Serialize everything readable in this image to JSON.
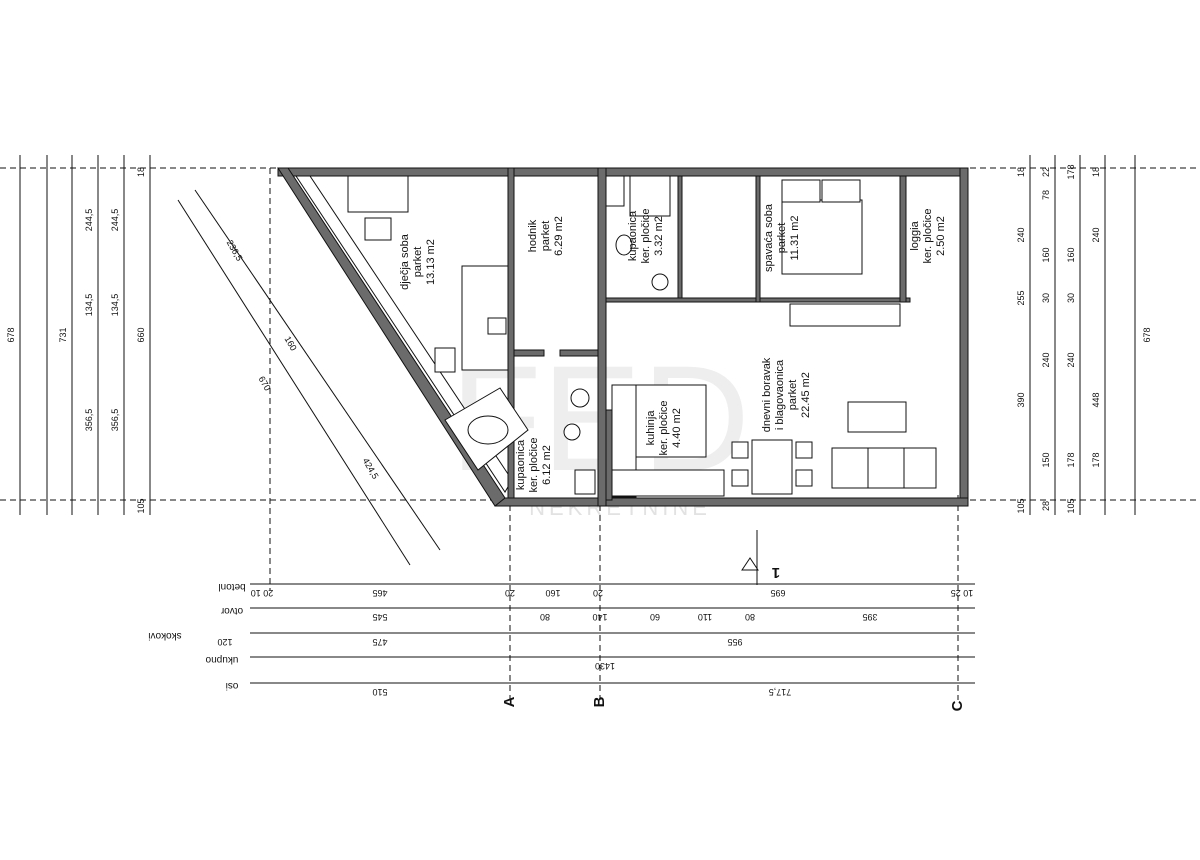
{
  "rooms": {
    "djecja": {
      "name": "dječja soba",
      "floor": "parket",
      "area": "13.13 m2"
    },
    "hodnik": {
      "name": "hodnik",
      "floor": "parket",
      "area": "6.29 m2"
    },
    "kupaonica_small": {
      "name": "kupaonica",
      "floor": "ker. pločice",
      "area": "3.32 m2"
    },
    "spavaca": {
      "name": "spavaća soba",
      "floor": "parket",
      "area": "11.31 m2"
    },
    "loggia": {
      "name": "loggia",
      "floor": "ker. pločice",
      "area": "2.50 m2"
    },
    "dnevni": {
      "name1": "dnevni boravak",
      "name2": "i blagovaonica",
      "floor": "parket",
      "area": "22.45 m2"
    },
    "kuhinja": {
      "name": "kuhinja",
      "floor": "ker. pločice",
      "area": "4.40 m2"
    },
    "kupaonica_big": {
      "name": "kupaonica",
      "floor": "ker. pločice",
      "area": "6.12 m2"
    }
  },
  "left_dims": {
    "d678": "678",
    "d731": "731",
    "d660": "660",
    "d2445a": "244,5",
    "d2445b": "244,5",
    "d1345a": "134,5",
    "d1345b": "134,5",
    "d3565a": "356,5",
    "d3565b": "356,5",
    "top18": "18",
    "bot105": "105"
  },
  "right_dims": {
    "r240a": "240",
    "r255": "255",
    "r390": "390",
    "r18": "18",
    "r105": "105",
    "r22": "22",
    "r78": "78",
    "r160a": "160",
    "r30a": "30",
    "r240b": "240",
    "r150": "150",
    "r28": "28",
    "r178a": "178",
    "r18b": "18",
    "r160b": "160",
    "r30b": "30",
    "r240c": "240",
    "r178b": "178",
    "r105b": "105",
    "r178c": "178",
    "r240d": "240",
    "r448": "448",
    "r678": "678"
  },
  "diag_dims": {
    "d2365": "236,5",
    "d160": "160",
    "d670": "670",
    "d4245": "424,5"
  },
  "bottom_rows": {
    "beton": {
      "label": "betonl",
      "vals": [
        "20 10",
        "465",
        "20",
        "160",
        "20",
        "695",
        "10 25"
      ]
    },
    "otvor": {
      "label": "otvor",
      "vals": [
        "545",
        "80",
        "140",
        "60",
        "110",
        "80",
        "395"
      ]
    },
    "skokovi": {
      "label": "skokovi",
      "vals": [
        "120",
        "475",
        "955"
      ]
    },
    "ukupno": {
      "label": "ukupno",
      "vals": [
        "1430"
      ]
    },
    "osi": {
      "label": "osi",
      "vals": [
        "510",
        "717,5"
      ]
    }
  },
  "axes": {
    "a": "A",
    "b": "B",
    "c": "C",
    "section": "1"
  },
  "watermark": {
    "line1": "FED",
    "line2": "NEKRETNINE"
  }
}
